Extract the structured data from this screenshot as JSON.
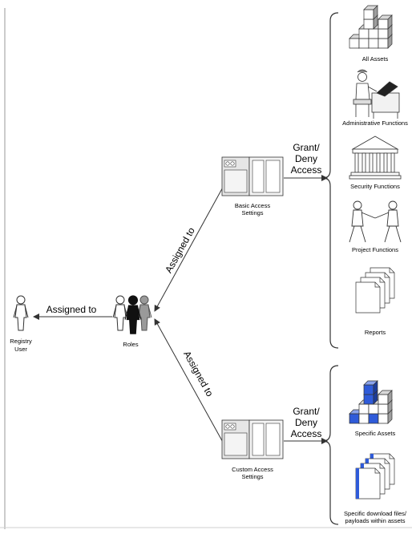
{
  "nodes": {
    "registry_user": {
      "line1": "Registry",
      "line2": "User"
    },
    "roles": {
      "label": "Roles"
    },
    "basic_access": {
      "line1": "Basic Access",
      "line2": "Settings"
    },
    "custom_access": {
      "line1": "Custom Access",
      "line2": "Settings"
    }
  },
  "edges": {
    "user_roles": "Assigned to",
    "roles_basic": "Assigned to",
    "roles_custom": "Assigned to",
    "basic_grant": {
      "line1": "Grant/",
      "line2": "Deny",
      "line3": "Access"
    },
    "custom_grant": {
      "line1": "Grant/",
      "line2": "Deny",
      "line3": "Access"
    }
  },
  "basic_targets": {
    "all_assets": "All Assets",
    "administrative": "Administrative Functions",
    "security": "Security Functions",
    "project": "Project Functions",
    "reports": "Reports"
  },
  "custom_targets": {
    "specific_assets": "Specific Assets",
    "specific_files": {
      "line1": "Specific download files/",
      "line2": "payloads within assets"
    }
  },
  "colors": {
    "highlight": "#2f5bd9",
    "line": "#333333",
    "icon_fill": "#e4e4e4"
  }
}
